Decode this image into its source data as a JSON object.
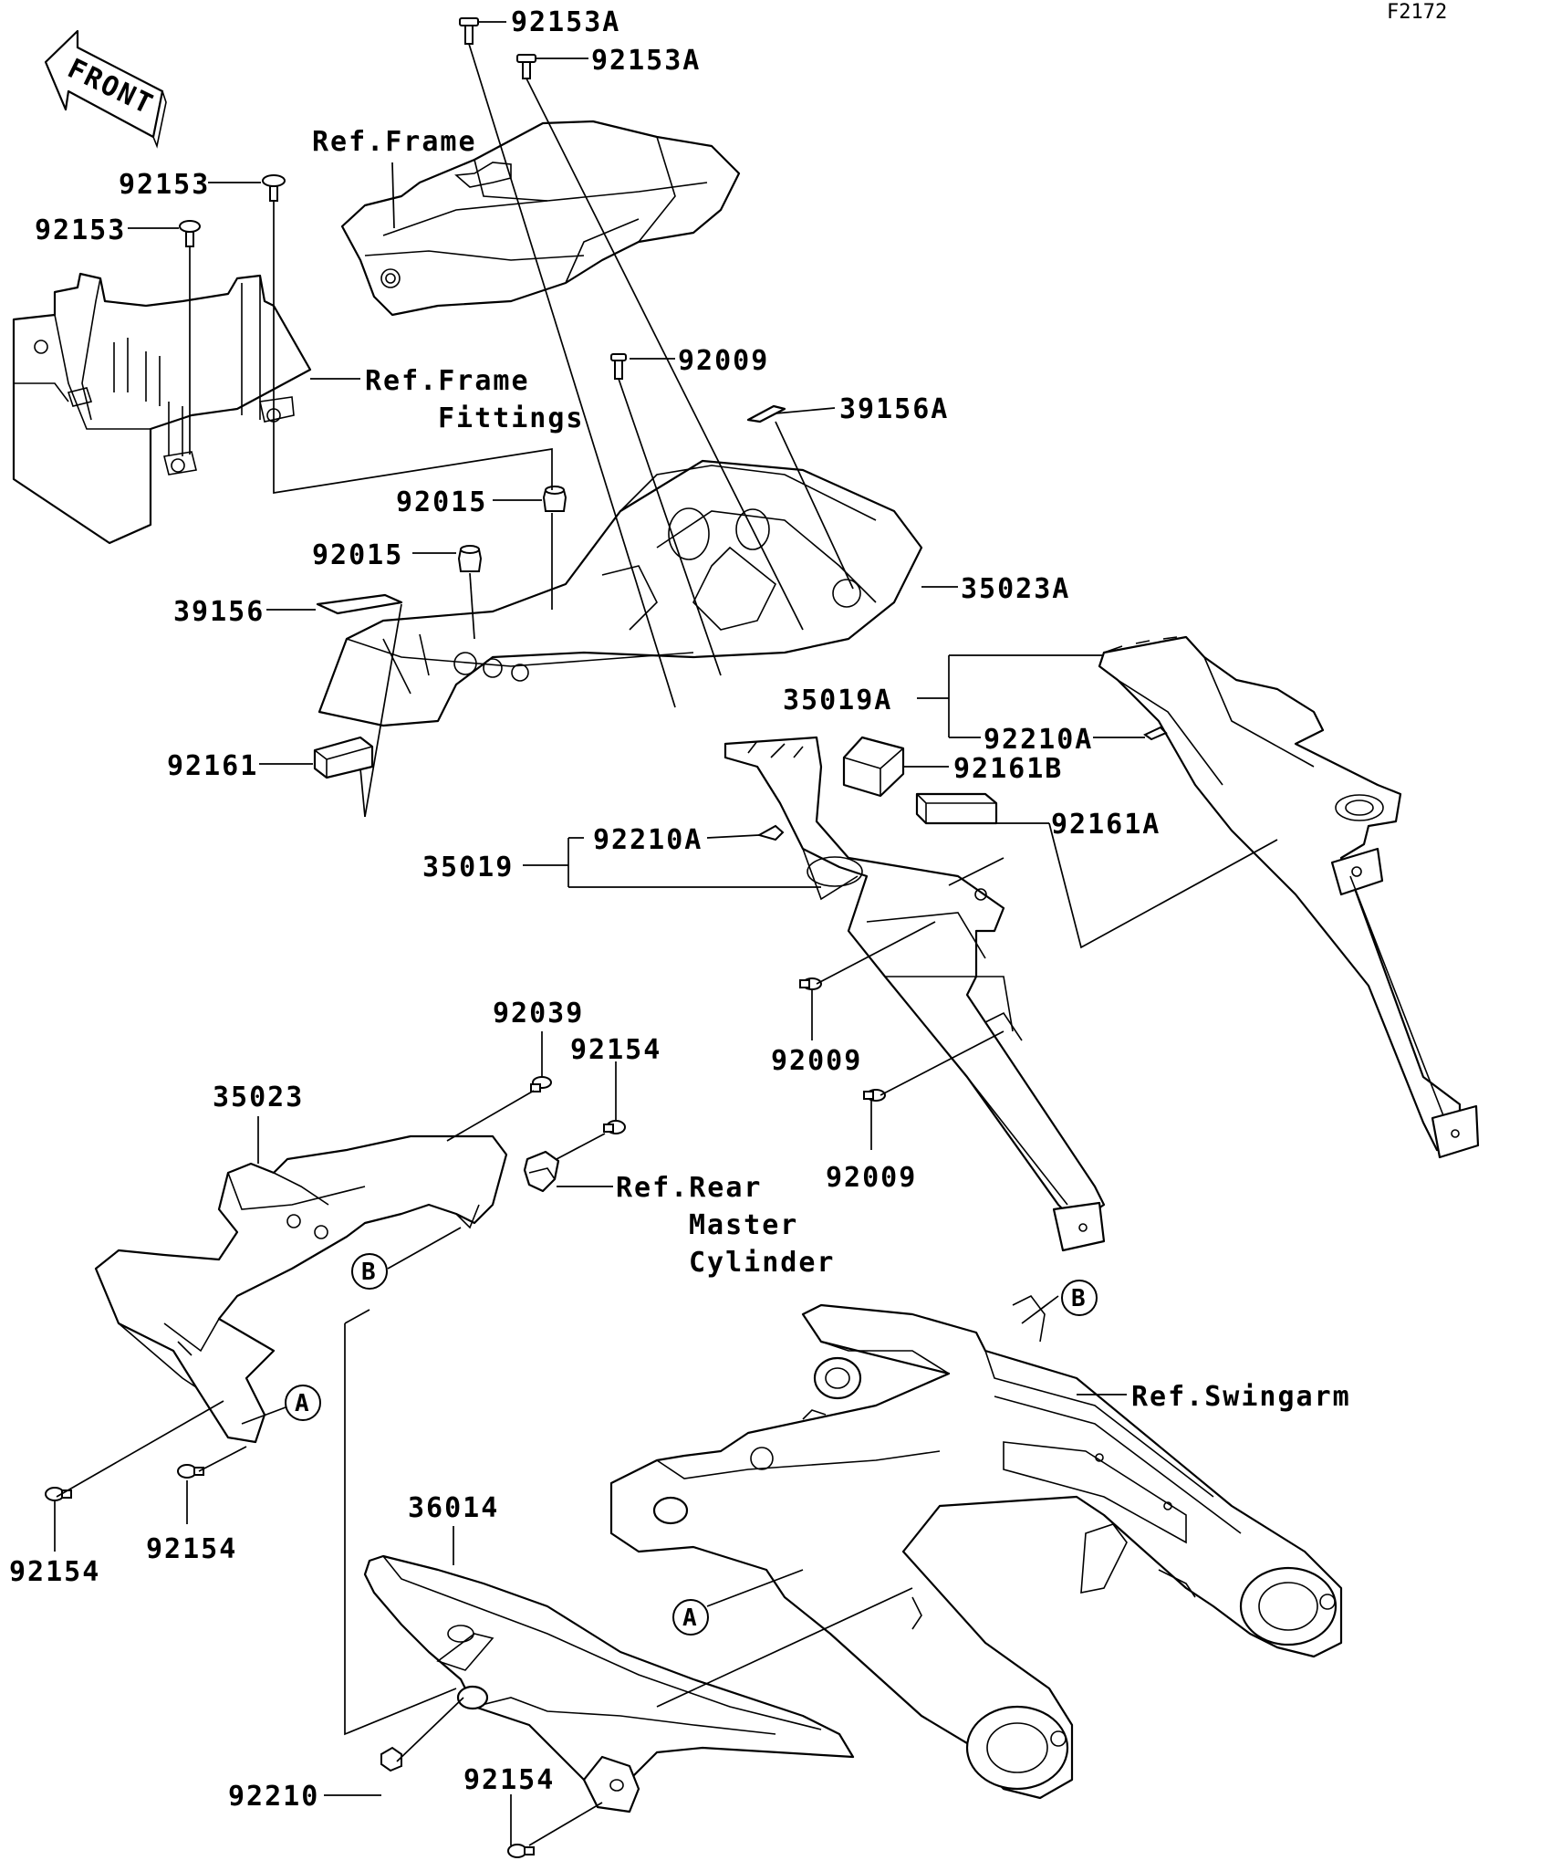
{
  "diagram": {
    "code": "F2172",
    "front_arrow_text": "FRONT",
    "labels": {
      "p92153A_1": "92153A",
      "p92153A_2": "92153A",
      "ref_frame_top": "Ref.Frame",
      "p92153_1": "92153",
      "p92153_2": "92153",
      "ref_frame_fittings_1": "Ref.Frame",
      "ref_frame_fittings_2": "Fittings",
      "p92009_top": "92009",
      "p39156A": "39156A",
      "p92015_1": "92015",
      "p92015_2": "92015",
      "p35023A": "35023A",
      "p39156": "39156",
      "p35019A": "35019A",
      "p92210A_right": "92210A",
      "p92161": "92161",
      "p92161B": "92161B",
      "p92161A": "92161A",
      "p35019": "35019",
      "p92210A_left": "92210A",
      "p92009_mid": "92009",
      "p92009_low": "92009",
      "p92039": "92039",
      "p92154_top": "92154",
      "p35023": "35023",
      "ref_rear_master_1": "Ref.Rear",
      "ref_rear_master_2": "Master",
      "ref_rear_master_3": "Cylinder",
      "ref_swingarm": "Ref.Swingarm",
      "p92154_left1": "92154",
      "p92154_left2": "92154",
      "p36014": "36014",
      "p92210": "92210",
      "p92154_bottom": "92154"
    },
    "callouts": {
      "a_upper": "A",
      "b_upper": "B",
      "a_lower": "A",
      "b_lower": "B"
    }
  }
}
